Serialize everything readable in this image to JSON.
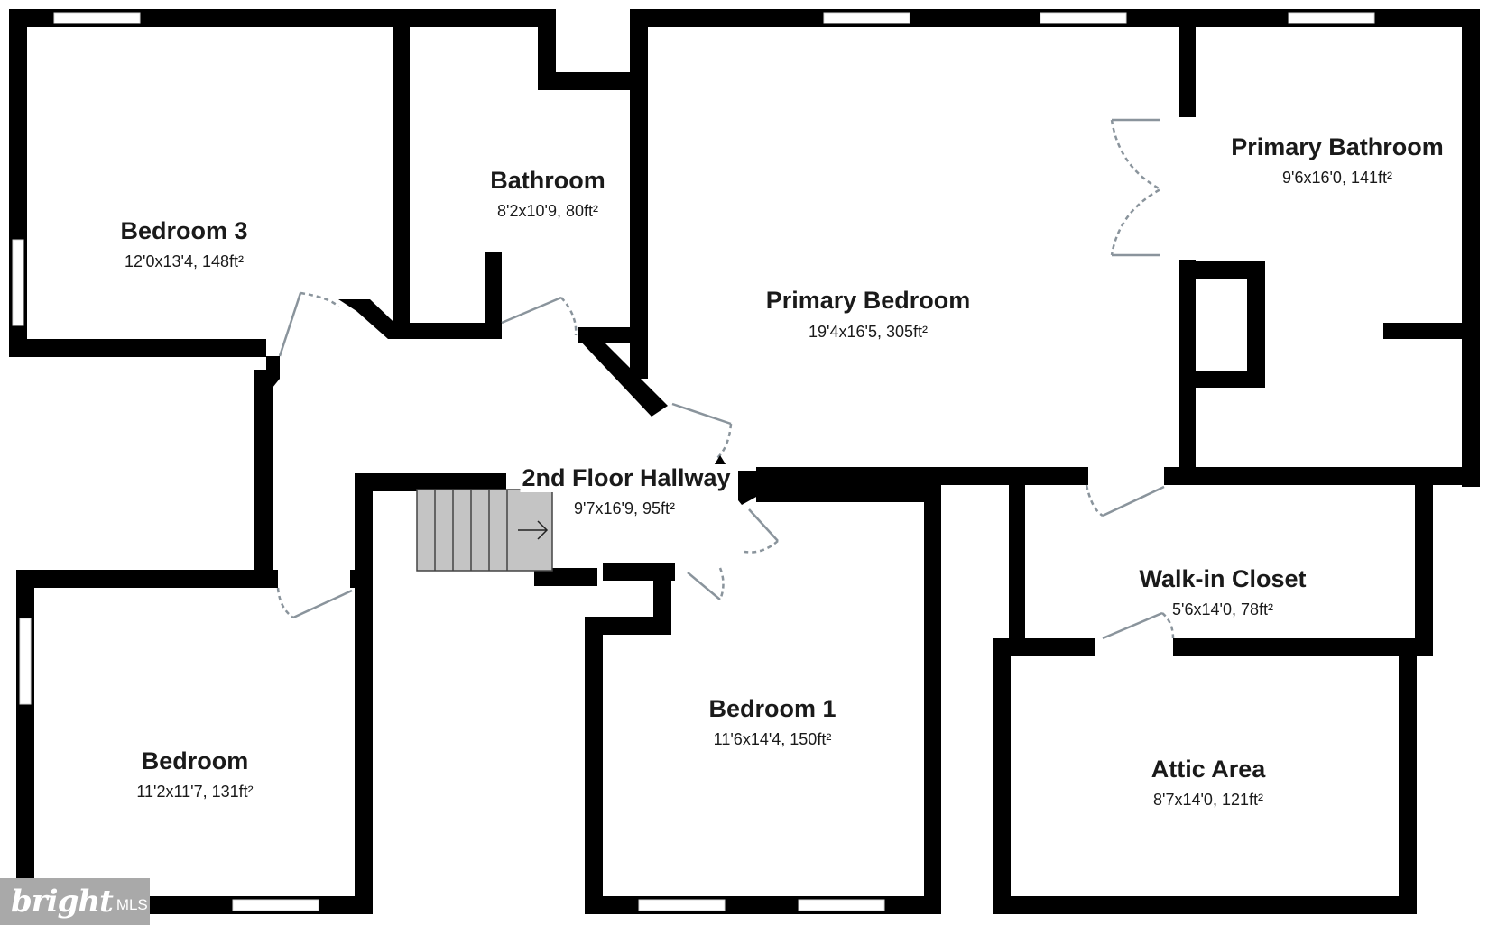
{
  "rooms": {
    "bedroom3": {
      "name": "Bedroom 3",
      "dims": "12'0x13'4, 148ft²"
    },
    "bathroom": {
      "name": "Bathroom",
      "dims": "8'2x10'9, 80ft²"
    },
    "primary_bedroom": {
      "name": "Primary Bedroom",
      "dims": "19'4x16'5, 305ft²"
    },
    "primary_bathroom": {
      "name": "Primary Bathroom",
      "dims": "9'6x16'0, 141ft²"
    },
    "hallway": {
      "name": "2nd Floor Hallway",
      "dims": "9'7x16'9, 95ft²"
    },
    "walkin_closet": {
      "name": "Walk-in Closet",
      "dims": "5'6x14'0, 78ft²"
    },
    "bedroom": {
      "name": "Bedroom",
      "dims": "11'2x11'7, 131ft²"
    },
    "bedroom1": {
      "name": "Bedroom 1",
      "dims": "11'6x14'4, 150ft²"
    },
    "attic": {
      "name": "Attic Area",
      "dims": "8'7x14'0, 121ft²"
    }
  },
  "logo": {
    "main": "bright",
    "sub": "MLS"
  },
  "colors": {
    "wall": "#000000",
    "door": "#8a949c",
    "stairs": "#c4c4c4",
    "logo_bg": "#a9a9a9"
  }
}
